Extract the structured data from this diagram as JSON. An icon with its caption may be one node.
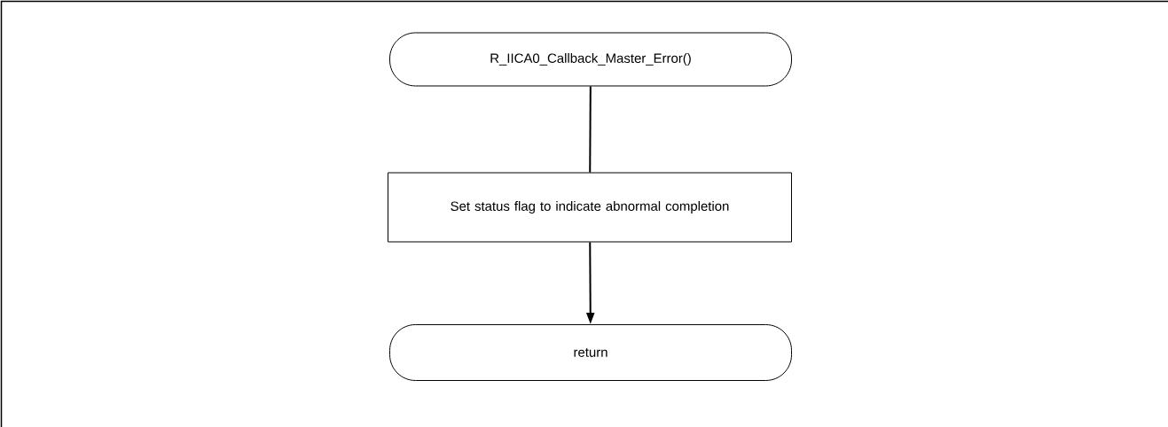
{
  "diagram": {
    "nodes": [
      {
        "text": [
          "R_IICA0_Callback_Master_Error()"
        ]
      },
      {
        "text": [
          "Set status flag to indicate abnormal completion"
        ]
      },
      {
        "text": [
          "return"
        ]
      }
    ],
    "edges": [
      {
        "from": 0,
        "to": 1,
        "arrow": "none"
      },
      {
        "from": 1,
        "to": 2,
        "arrow": "to"
      }
    ]
  }
}
